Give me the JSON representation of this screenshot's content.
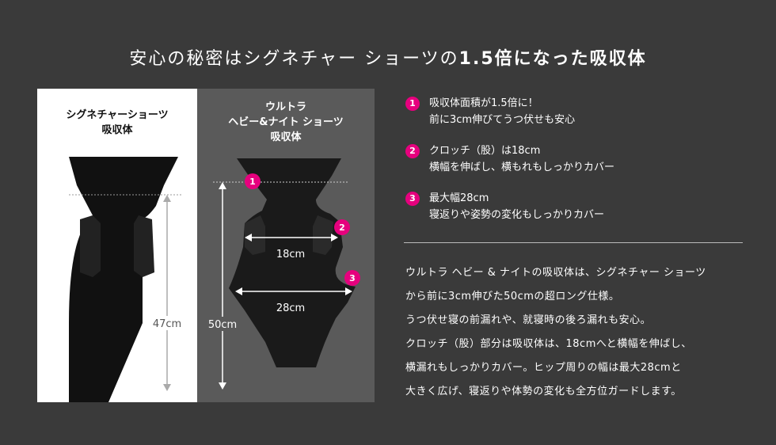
{
  "headline": {
    "part1": "安心の秘密はシグネチャー ショーツの",
    "part2": "1.5倍になった吸収体"
  },
  "left_panel": {
    "title_line1": "シグネチャーショーツ",
    "title_line2": "吸収体",
    "length_label": "47cm"
  },
  "right_panel": {
    "title_line1": "ウルトラ",
    "title_line2": "ヘビー&ナイト ショーツ",
    "title_line3": "吸収体",
    "length_label": "50cm",
    "crotch_width_label": "18cm",
    "max_width_label": "28cm",
    "markers": [
      "1",
      "2",
      "3"
    ]
  },
  "points": [
    {
      "num": "1",
      "line1": "吸収体面積が1.5倍に！",
      "line2": "前に3cm伸びてうつ伏せも安心"
    },
    {
      "num": "2",
      "line1": "クロッチ（股）は18cm",
      "line2": "横幅を伸ばし、横もれもしっかりカバー"
    },
    {
      "num": "3",
      "line1": "最大幅28cm",
      "line2": "寝返りや姿勢の変化もしっかりカバー"
    }
  ],
  "body_lines": [
    "ウルトラ ヘビー & ナイトの吸収体は、シグネチャー ショーツ",
    "から前に3cm伸びた50cmの超ロング仕様。",
    "うつ伏せ寝の前漏れや、就寝時の後ろ漏れも安心。",
    "クロッチ（股）部分は吸収体は、18cmへと横幅を伸ばし、",
    "横漏れもしっかりカバー。ヒップ周りの幅は最大28cmと",
    "大きく広げ、寝返りや体勢の変化も全方位ガードします。"
  ],
  "colors": {
    "background": "#3a3a3a",
    "accent": "#e6007e",
    "left_panel": "#ffffff",
    "right_panel": "#5a5a5a"
  }
}
